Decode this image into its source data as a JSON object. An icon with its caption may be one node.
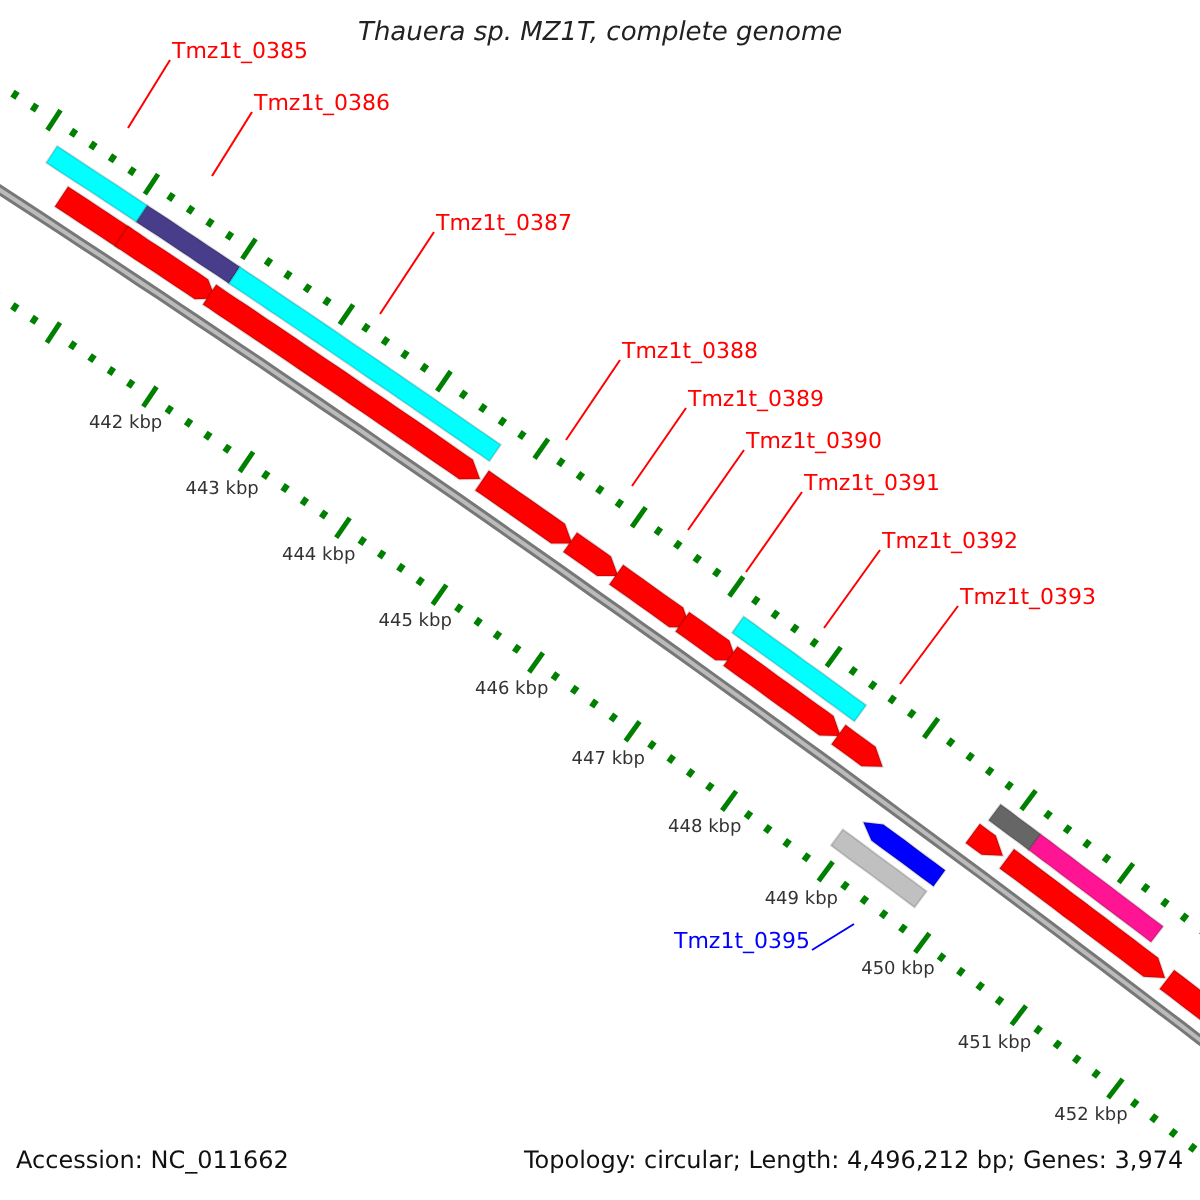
{
  "diagram": {
    "title": "Thauera sp. MZ1T, complete genome",
    "nodes": [
      {
        "text": [
          "Tmz1t_0385"
        ]
      },
      {
        "text": [
          "Tmz1t_0386"
        ]
      },
      {
        "text": [
          "Tmz1t_0387"
        ]
      },
      {
        "text": [
          "Tmz1t_0388"
        ]
      },
      {
        "text": [
          "Tmz1t_0389"
        ]
      },
      {
        "text": [
          "Tmz1t_0390"
        ]
      },
      {
        "text": [
          "Tmz1t_0391"
        ]
      },
      {
        "text": [
          "Tmz1t_0392"
        ]
      },
      {
        "text": [
          "Tmz1t_0393"
        ]
      },
      {
        "text": [
          "Tmz1t_0395"
        ]
      }
    ],
    "edges": [
      {
        "from": 0,
        "to": null,
        "arrow": "none"
      },
      {
        "from": 1,
        "to": null,
        "arrow": "none"
      },
      {
        "from": 2,
        "to": null,
        "arrow": "none"
      },
      {
        "from": 3,
        "to": null,
        "arrow": "none"
      },
      {
        "from": 4,
        "to": null,
        "arrow": "none"
      },
      {
        "from": 5,
        "to": null,
        "arrow": "none"
      },
      {
        "from": 6,
        "to": null,
        "arrow": "none"
      },
      {
        "from": 7,
        "to": null,
        "arrow": "none"
      },
      {
        "from": 8,
        "to": null,
        "arrow": "none"
      },
      {
        "from": 9,
        "to": null,
        "arrow": "none",
        "color": "#0000ff"
      }
    ],
    "labels": [
      "442 kbp",
      "443 kbp",
      "444 kbp",
      "445 kbp",
      "446 kbp",
      "447 kbp",
      "448 kbp",
      "449 kbp",
      "450 kbp",
      "451 kbp",
      "452 kbp",
      "Accession: NC_011662",
      "Topology: circular; Length: 4,496,212 bp; Genes: 3,974"
    ]
  }
}
